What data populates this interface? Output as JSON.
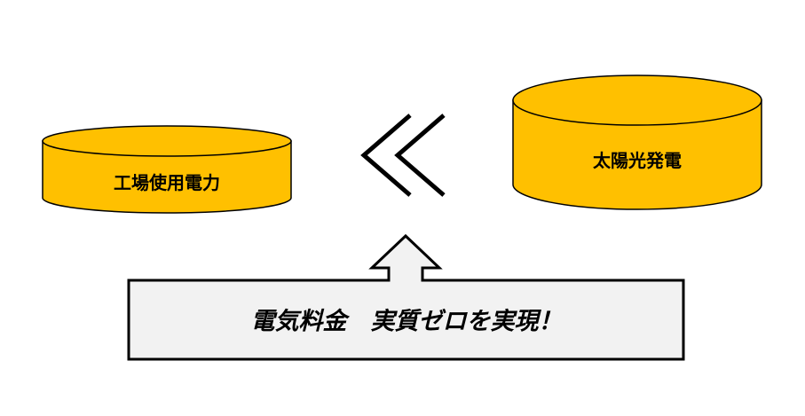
{
  "colors": {
    "cylinder_fill": "#FFC000",
    "outline": "#000000",
    "callout_fill": "#F2F2F2",
    "background": "#FFFFFF"
  },
  "nodes": {
    "factory": {
      "label": "工場使用電力"
    },
    "solar": {
      "label": "太陽光発電"
    }
  },
  "connectors": {
    "flow": {
      "icon": "double-chevron-left-icon",
      "direction": "right-to-left"
    }
  },
  "callout": {
    "icon": "up-arrow-callout",
    "text": "電気料金　実質ゼロを実現！"
  }
}
